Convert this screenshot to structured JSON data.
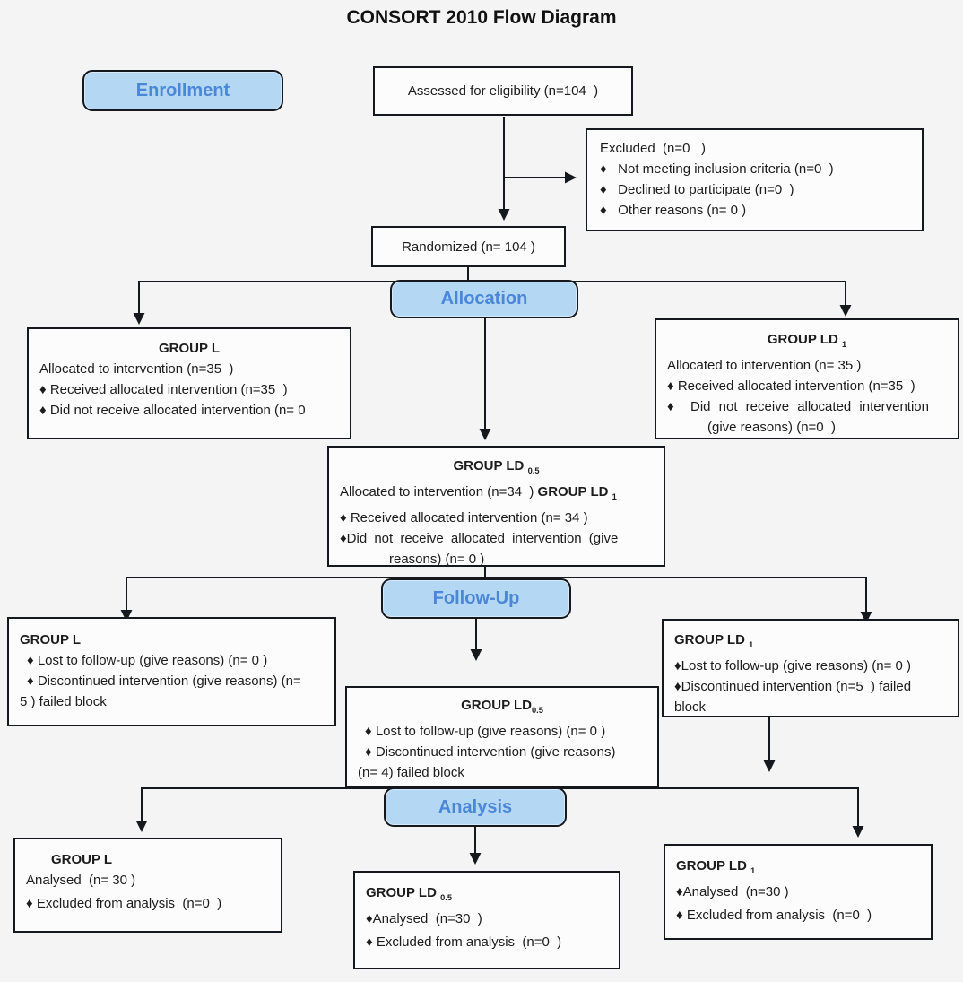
{
  "title": "CONSORT 2010 Flow Diagram",
  "stage_labels": {
    "enrollment": "Enrollment",
    "allocation": "Allocation",
    "follow_up": "Follow-Up",
    "analysis": "Analysis"
  },
  "colors": {
    "stage_fill": "#b4d7f4",
    "stage_text": "#4a87d6",
    "line_color": "#15181d",
    "box_background": "#fcfcfc"
  },
  "boxes": {
    "assessed": {
      "text": "Assessed for eligibility (n=104  )"
    },
    "excluded": {
      "title": "Excluded  (n=0   )",
      "items": [
        "♦   Not meeting inclusion criteria (n=0  )",
        "♦   Declined to participate (n=0  )",
        "♦   Other reasons (n= 0 )"
      ]
    },
    "randomized": {
      "text": "Randomized (n= 104 )"
    },
    "allocation_group_l": {
      "title": "GROUP L",
      "lines": [
        "Allocated to intervention (n=35  )",
        "♦ Received allocated intervention (n=35  )",
        "♦ Did not receive allocated intervention (n= 0"
      ]
    },
    "allocation_group_ld1": {
      "title_base": "GROUP LD ",
      "title_sub": "1",
      "lines": [
        "Allocated to intervention (n= 35 )",
        "♦ Received allocated intervention (n=35  )",
        "♦  Did not receive allocated intervention",
        "(give reasons) (n=0  )"
      ]
    },
    "allocation_group_ld05": {
      "title_base": "GROUP LD ",
      "title_sub": "0.5",
      "line1_prefix": "Allocated to intervention (n=34  ) ",
      "line1_bold_base": "GROUP LD ",
      "line1_bold_sub": "1",
      "lines": [
        "♦ Received allocated intervention (n= 34 )",
        "♦Did not receive allocated intervention (give",
        "reasons) (n= 0 )"
      ]
    },
    "followup_group_l": {
      "title": "GROUP L",
      "lines": [
        "♦ Lost to follow-up (give reasons) (n= 0 )",
        "♦ Discontinued intervention (give reasons) (n=",
        "5 ) failed block"
      ]
    },
    "followup_group_ld1": {
      "title_base": "GROUP LD ",
      "title_sub": "1",
      "lines": [
        "♦Lost to follow-up (give reasons) (n= 0 )",
        "♦Discontinued intervention (n=5  ) failed",
        "block"
      ]
    },
    "followup_group_ld05": {
      "title_base": "GROUP LD",
      "title_sub": "0.5",
      "lines": [
        "♦ Lost to follow-up (give reasons) (n= 0 )",
        "♦ Discontinued intervention (give reasons)",
        "(n= 4) failed block"
      ]
    },
    "analysis_group_l": {
      "title": "GROUP L",
      "lines": [
        "Analysed  (n= 30 )",
        "♦ Excluded from analysis  (n=0  )"
      ]
    },
    "analysis_group_ld05": {
      "title_base": "GROUP LD ",
      "title_sub": "0.5",
      "lines": [
        "♦Analysed  (n=30  )",
        "♦ Excluded from analysis  (n=0  )"
      ]
    },
    "analysis_group_ld1": {
      "title_base": "GROUP LD ",
      "title_sub": "1",
      "lines": [
        "♦Analysed  (n=30 )",
        "♦ Excluded from analysis  (n=0  )"
      ]
    }
  }
}
